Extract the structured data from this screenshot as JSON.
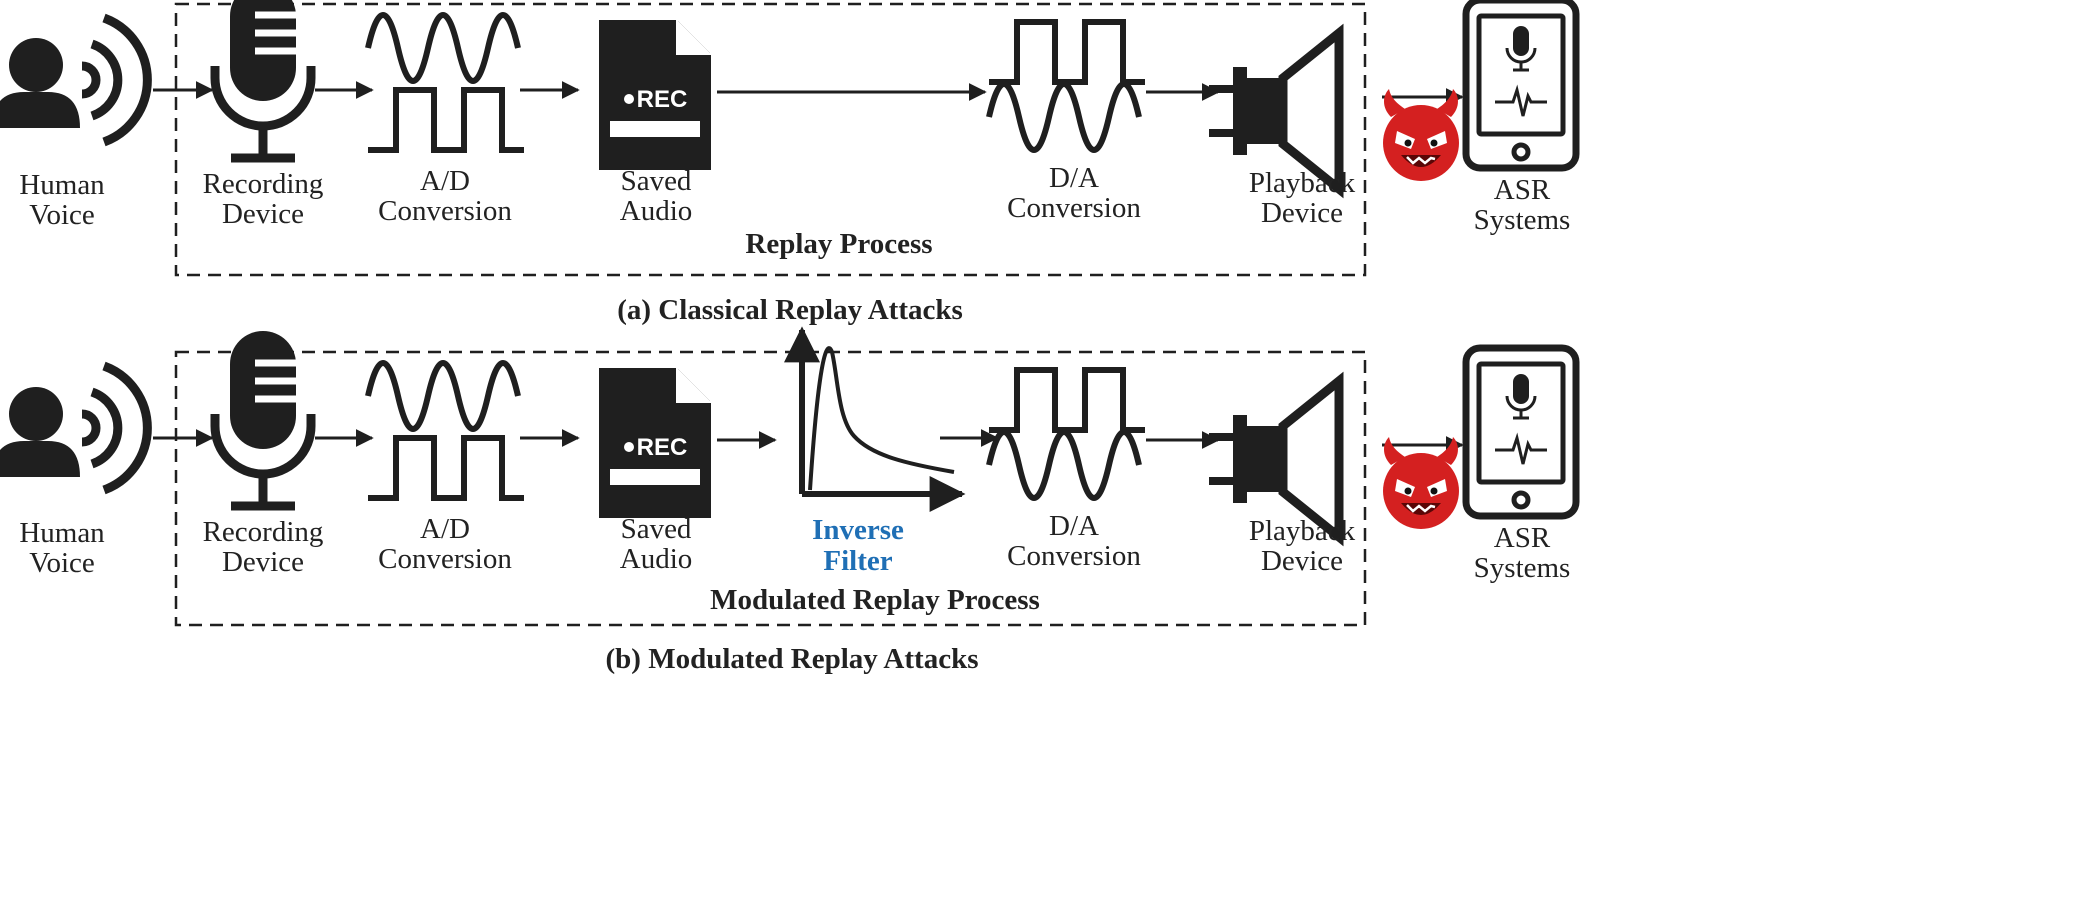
{
  "colors": {
    "ink": "#1f1f1f",
    "highlight": "#1f6fb5",
    "devil": "#d42020",
    "devil_dark": "#7a0a0a"
  },
  "icons": [
    "person-icon",
    "sound-waves-icon",
    "microphone-icon",
    "waveform-icon",
    "rec-file-icon",
    "filter-curve-icon",
    "speaker-icon",
    "devil-icon",
    "smartphone-icon"
  ],
  "panel_a": {
    "caption": "(a) Classical Replay Attacks",
    "box_title": "Replay Process",
    "human": [
      "Human",
      "Voice"
    ],
    "recording": [
      "Recording",
      "Device"
    ],
    "ad": [
      "A/D",
      "Conversion"
    ],
    "saved": [
      "Saved",
      "Audio"
    ],
    "da": [
      "D/A",
      "Conversion"
    ],
    "playback": [
      "Playback",
      "Device"
    ],
    "asr": [
      "ASR",
      "Systems"
    ],
    "rec_label": "REC"
  },
  "panel_b": {
    "caption": "(b) Modulated Replay Attacks",
    "box_title": "Modulated Replay Process",
    "human": [
      "Human",
      "Voice"
    ],
    "recording": [
      "Recording",
      "Device"
    ],
    "ad": [
      "A/D",
      "Conversion"
    ],
    "saved": [
      "Saved",
      "Audio"
    ],
    "filter": [
      "Inverse",
      "Filter"
    ],
    "da": [
      "D/A",
      "Conversion"
    ],
    "playback": [
      "Playback",
      "Device"
    ],
    "asr": [
      "ASR",
      "Systems"
    ],
    "rec_label": "REC"
  }
}
